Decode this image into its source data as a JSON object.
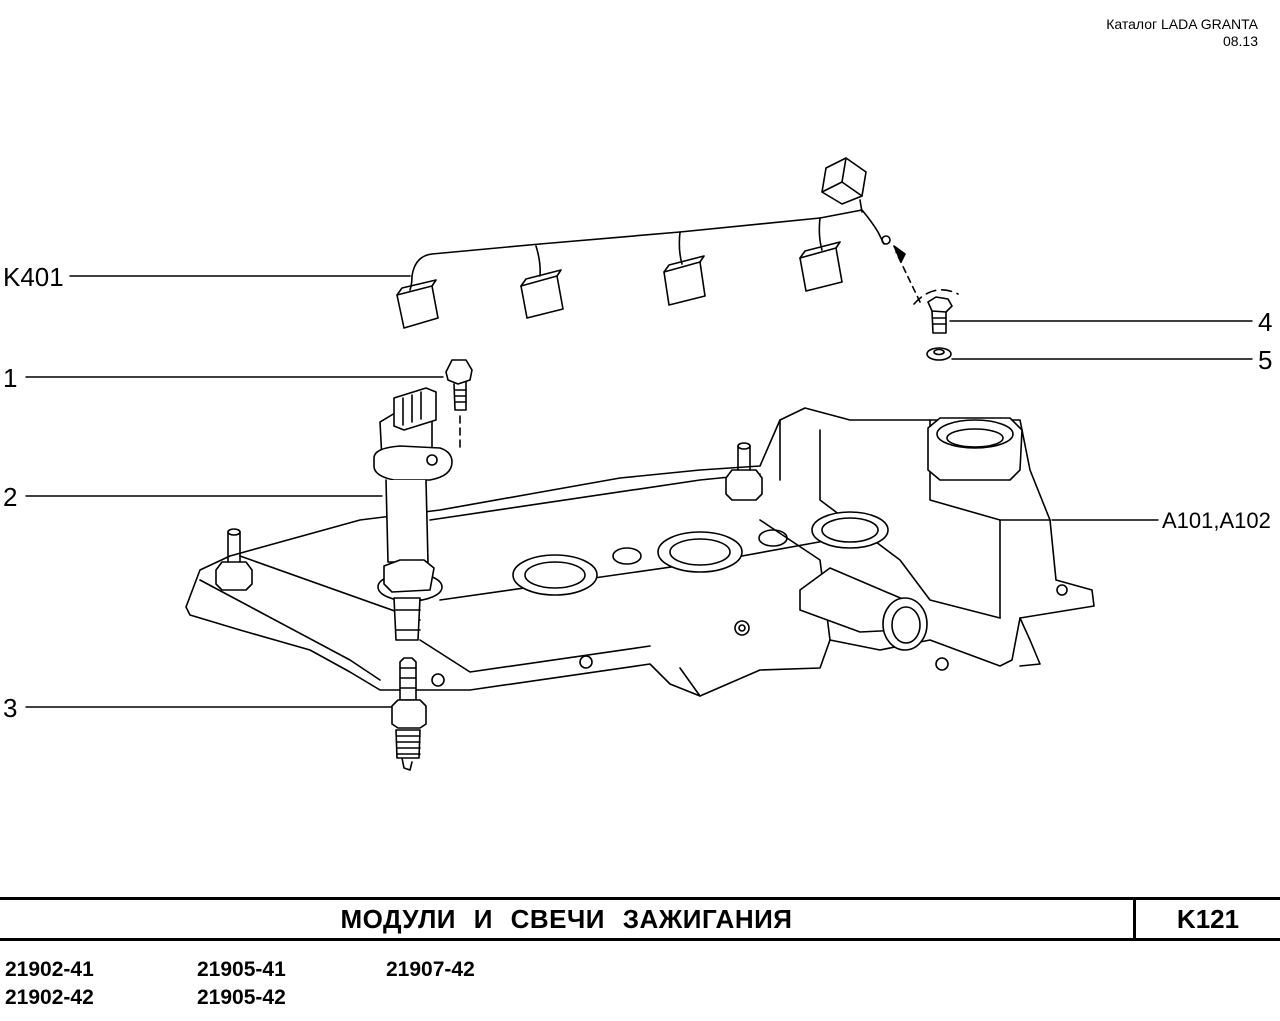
{
  "header": {
    "catalog": "Каталог  LADA  GRANTA",
    "date": "08.13"
  },
  "callouts": {
    "k401": "K401",
    "p1": "1",
    "p2": "2",
    "p3": "3",
    "p4": "4",
    "p5": "5",
    "a101": "A101,A102"
  },
  "footer": {
    "title": "МОДУЛИ   И   СВЕЧИ   ЗАЖИГАНИЯ",
    "code": "K121",
    "models": [
      "21902-41",
      "21905-41",
      "21907-42",
      "21902-42",
      "21905-42"
    ]
  }
}
